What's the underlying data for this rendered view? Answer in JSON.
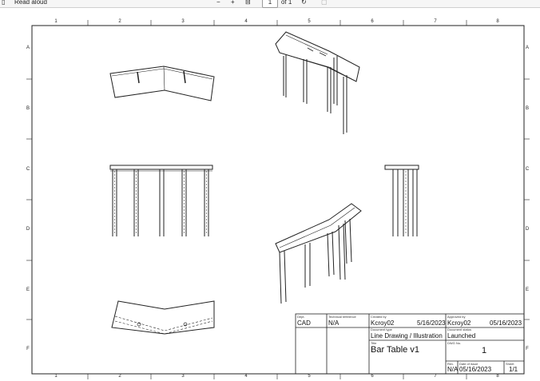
{
  "toolbar": {
    "read_aloud": "Read aloud",
    "zoom_out": "−",
    "zoom_in": "+",
    "page_number": "1",
    "page_total": "of 1"
  },
  "frame": {
    "columns": [
      "1",
      "2",
      "3",
      "4",
      "5",
      "6",
      "7",
      "8"
    ],
    "rows": [
      "A",
      "B",
      "C",
      "D",
      "E",
      "F"
    ]
  },
  "title_block": {
    "dept_label": "Dept.",
    "dept": "CAD",
    "tech_ref_label": "Technical reference",
    "tech_ref": "N/A",
    "created_by_label": "Created by",
    "created_by": "Kcroy02",
    "created_date": "5/16/2023",
    "approved_by_label": "Approved by",
    "approved_by": "Kcroy02",
    "approved_date": "05/16/2023",
    "doc_type_label": "Document type",
    "doc_type": "Line Drawing / Illustration",
    "doc_status_label": "Document status",
    "doc_status": "Launched",
    "title_label": "Title",
    "title": "Bar Table v1",
    "dwg_no_label": "DWG No.",
    "dwg_no": "1",
    "rev_label": "Rev.",
    "rev": "N/A",
    "issue_date_label": "Date of issue",
    "issue_date": "05/16/2023",
    "sheet_label": "Sheet",
    "sheet": "1/1"
  }
}
